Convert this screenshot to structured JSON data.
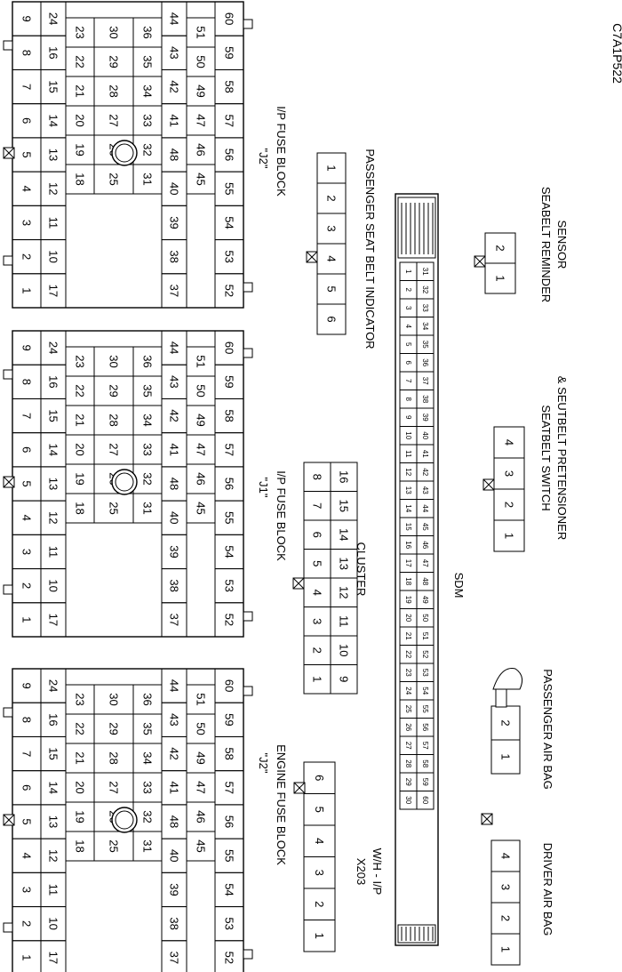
{
  "code": "C7A1P522",
  "fuse_blocks": [
    {
      "id": "engine",
      "quote": "\"J2\"",
      "name": "ENGINE FUSE BLOCK"
    },
    {
      "id": "ip_j1",
      "quote": "\"J1\"",
      "name": "I/P FUSE BLOCK"
    },
    {
      "id": "ip_j2",
      "quote": "\"J2\"",
      "name": "I/P FUSE BLOCK"
    }
  ],
  "fuse_block_pins": {
    "col_a": [
      "9",
      "8",
      "7",
      "6",
      "5",
      "4",
      "3",
      "2",
      "1"
    ],
    "col_b": [
      "24",
      "16",
      "15",
      "14",
      "13",
      "12",
      "11",
      "10",
      "17"
    ],
    "col_c": [
      "23",
      "22",
      "21",
      "20",
      "19",
      "18"
    ],
    "col_d": [
      "30",
      "29",
      "28",
      "27",
      "26",
      "25"
    ],
    "col_e": [
      "36",
      "35",
      "34",
      "33",
      "32",
      "31"
    ],
    "col_f": [
      "44",
      "43",
      "42",
      "41",
      "48",
      "40",
      "39",
      "38",
      "37"
    ],
    "col_g": [
      "51",
      "50",
      "49",
      "47",
      "46",
      "45"
    ],
    "col_h": [
      "60",
      "59",
      "58",
      "57",
      "56",
      "55",
      "54",
      "53",
      "52"
    ]
  },
  "x203": {
    "line1": "X203",
    "line2": "W/H - I/P",
    "pins": [
      "1",
      "2",
      "3",
      "4",
      "5",
      "6"
    ]
  },
  "cluster": {
    "label": "CLUSTER",
    "row1": [
      "8",
      "7",
      "6",
      "5",
      "4",
      "3",
      "2",
      "1"
    ],
    "row2": [
      "16",
      "15",
      "14",
      "13",
      "12",
      "11",
      "10",
      "9"
    ]
  },
  "passenger_seat_belt": {
    "label": "PASSENGER SEAT BELT INDICATOR",
    "pins": [
      "6",
      "5",
      "4",
      "3",
      "2",
      "1"
    ]
  },
  "sdm": {
    "label": "SDM",
    "row1": [
      "30",
      "29",
      "28",
      "27",
      "26",
      "25",
      "24",
      "23",
      "22",
      "21",
      "20",
      "19",
      "18",
      "17",
      "16",
      "15",
      "14",
      "13",
      "12",
      "11",
      "10",
      "9",
      "8",
      "7",
      "6",
      "5",
      "4",
      "3",
      "2",
      "1"
    ],
    "row2": [
      "60",
      "59",
      "58",
      "57",
      "56",
      "55",
      "54",
      "53",
      "52",
      "51",
      "50",
      "49",
      "48",
      "47",
      "46",
      "45",
      "44",
      "43",
      "42",
      "41",
      "40",
      "39",
      "38",
      "37",
      "36",
      "35",
      "34",
      "33",
      "32",
      "31"
    ]
  },
  "driver_air_bag": {
    "label": "DRIVER AIR BAG",
    "pins": [
      "1",
      "2",
      "3",
      "4"
    ]
  },
  "passenger_air_bag": {
    "label": "PASSENGER AIR BAG",
    "pins": [
      "1",
      "2"
    ]
  },
  "seatbelt_switch": {
    "line1": "SEATBELT SWITCH",
    "line2": "& SEUTBELT PRETENSIONER",
    "pins": [
      "1",
      "2",
      "3",
      "4"
    ]
  },
  "reminder_sensor": {
    "line1": "SEABELT REMINDER",
    "line2": "SENSOR",
    "pins": [
      "1",
      "2"
    ]
  }
}
